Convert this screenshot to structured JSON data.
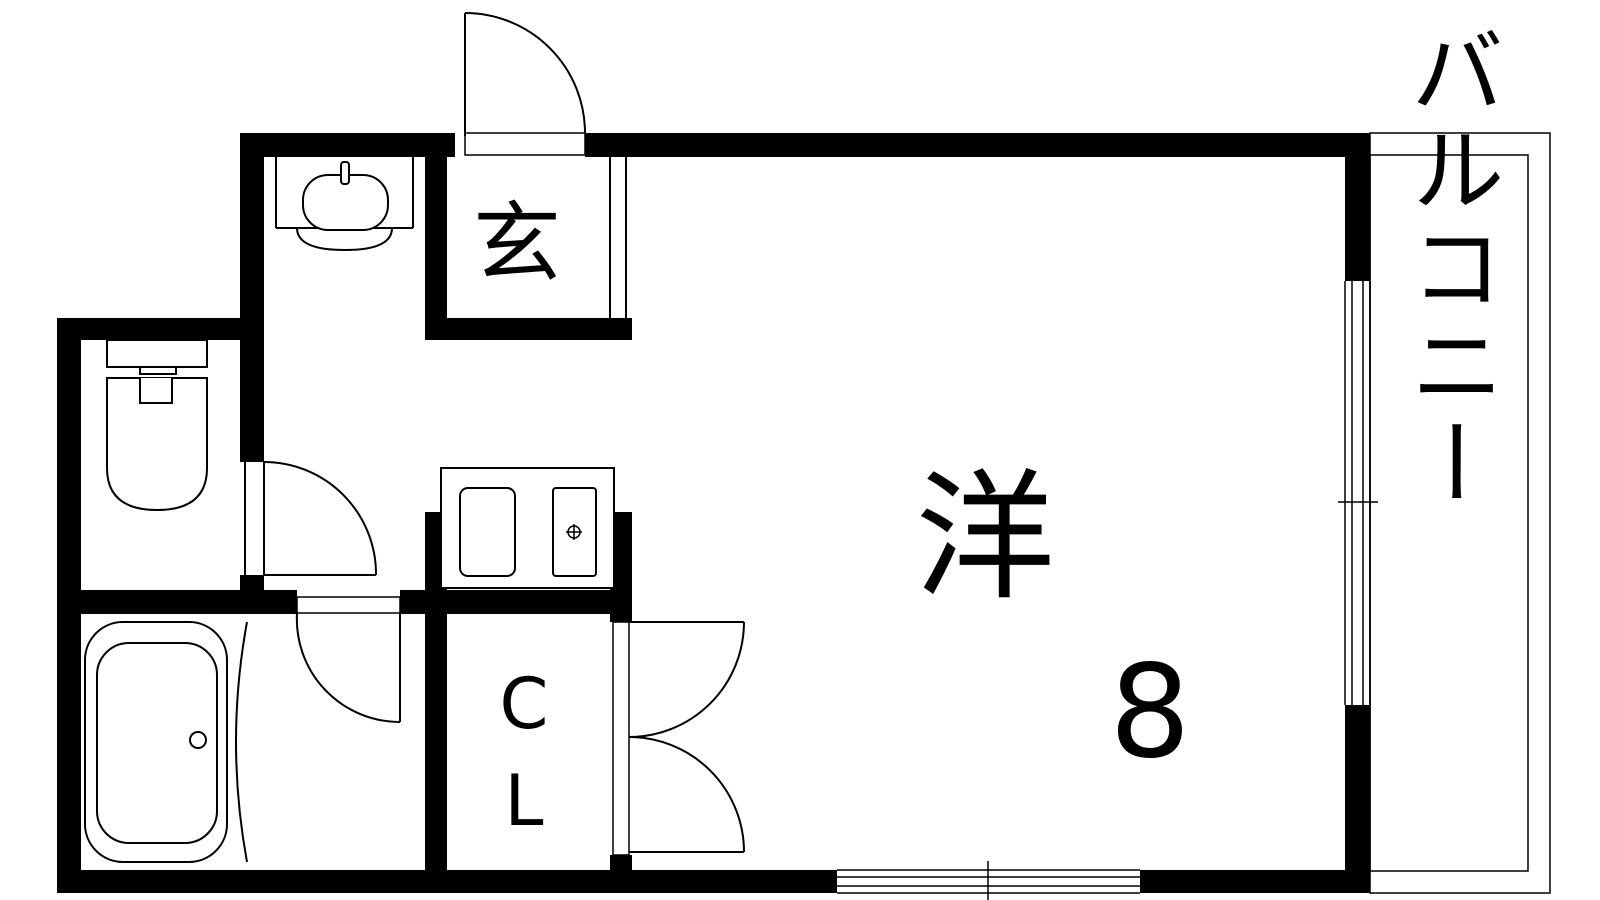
{
  "floor_plan": {
    "rooms": {
      "entrance": "玄",
      "western_room": "洋",
      "western_room_size": "8",
      "closet_line1": "C",
      "closet_line2": "L",
      "balcony": "バルコニー"
    },
    "colors": {
      "wall": "#000000",
      "background": "#ffffff"
    }
  }
}
